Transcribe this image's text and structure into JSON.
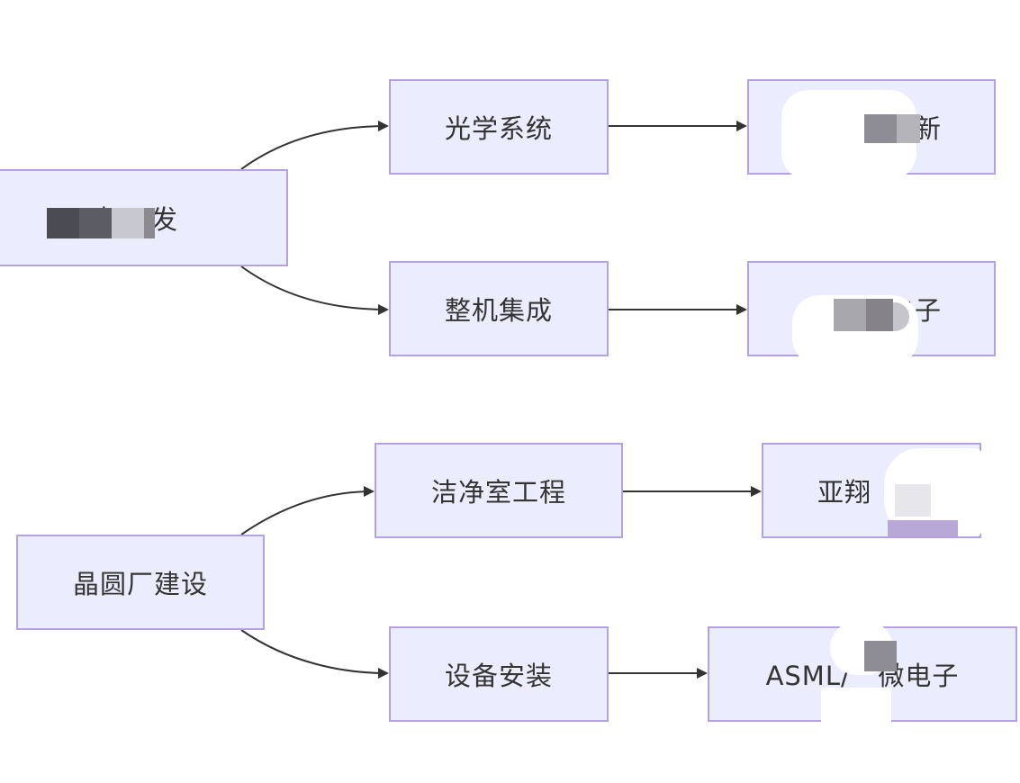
{
  "diagram": {
    "nodes": {
      "lithography_rd": {
        "label": "机研发",
        "partially_redacted": true
      },
      "optical_system": {
        "label": "光学系统"
      },
      "supplier_optical": {
        "label": "新",
        "partially_redacted": true
      },
      "machine_integration": {
        "label": "整机集成"
      },
      "supplier_integration": {
        "label": "电子",
        "partially_redacted": true
      },
      "wafer_fab": {
        "label": "晶圆厂建设"
      },
      "cleanroom": {
        "label": "洁净室工程"
      },
      "supplier_cleanroom": {
        "label": "亚翔",
        "partially_redacted": true
      },
      "equipment_install": {
        "label": "设备安装"
      },
      "supplier_equipment": {
        "label": "ASML/   微电子",
        "partially_redacted": true
      }
    },
    "edges": [
      {
        "from": "lithography_rd",
        "to": "optical_system"
      },
      {
        "from": "lithography_rd",
        "to": "machine_integration"
      },
      {
        "from": "optical_system",
        "to": "supplier_optical"
      },
      {
        "from": "machine_integration",
        "to": "supplier_integration"
      },
      {
        "from": "wafer_fab",
        "to": "cleanroom"
      },
      {
        "from": "wafer_fab",
        "to": "equipment_install"
      },
      {
        "from": "cleanroom",
        "to": "supplier_cleanroom"
      },
      {
        "from": "equipment_install",
        "to": "supplier_equipment"
      }
    ]
  },
  "colors": {
    "node_fill": "#ececff",
    "node_border": "#b3a2dc",
    "edge": "#333333",
    "text": "#333333"
  }
}
